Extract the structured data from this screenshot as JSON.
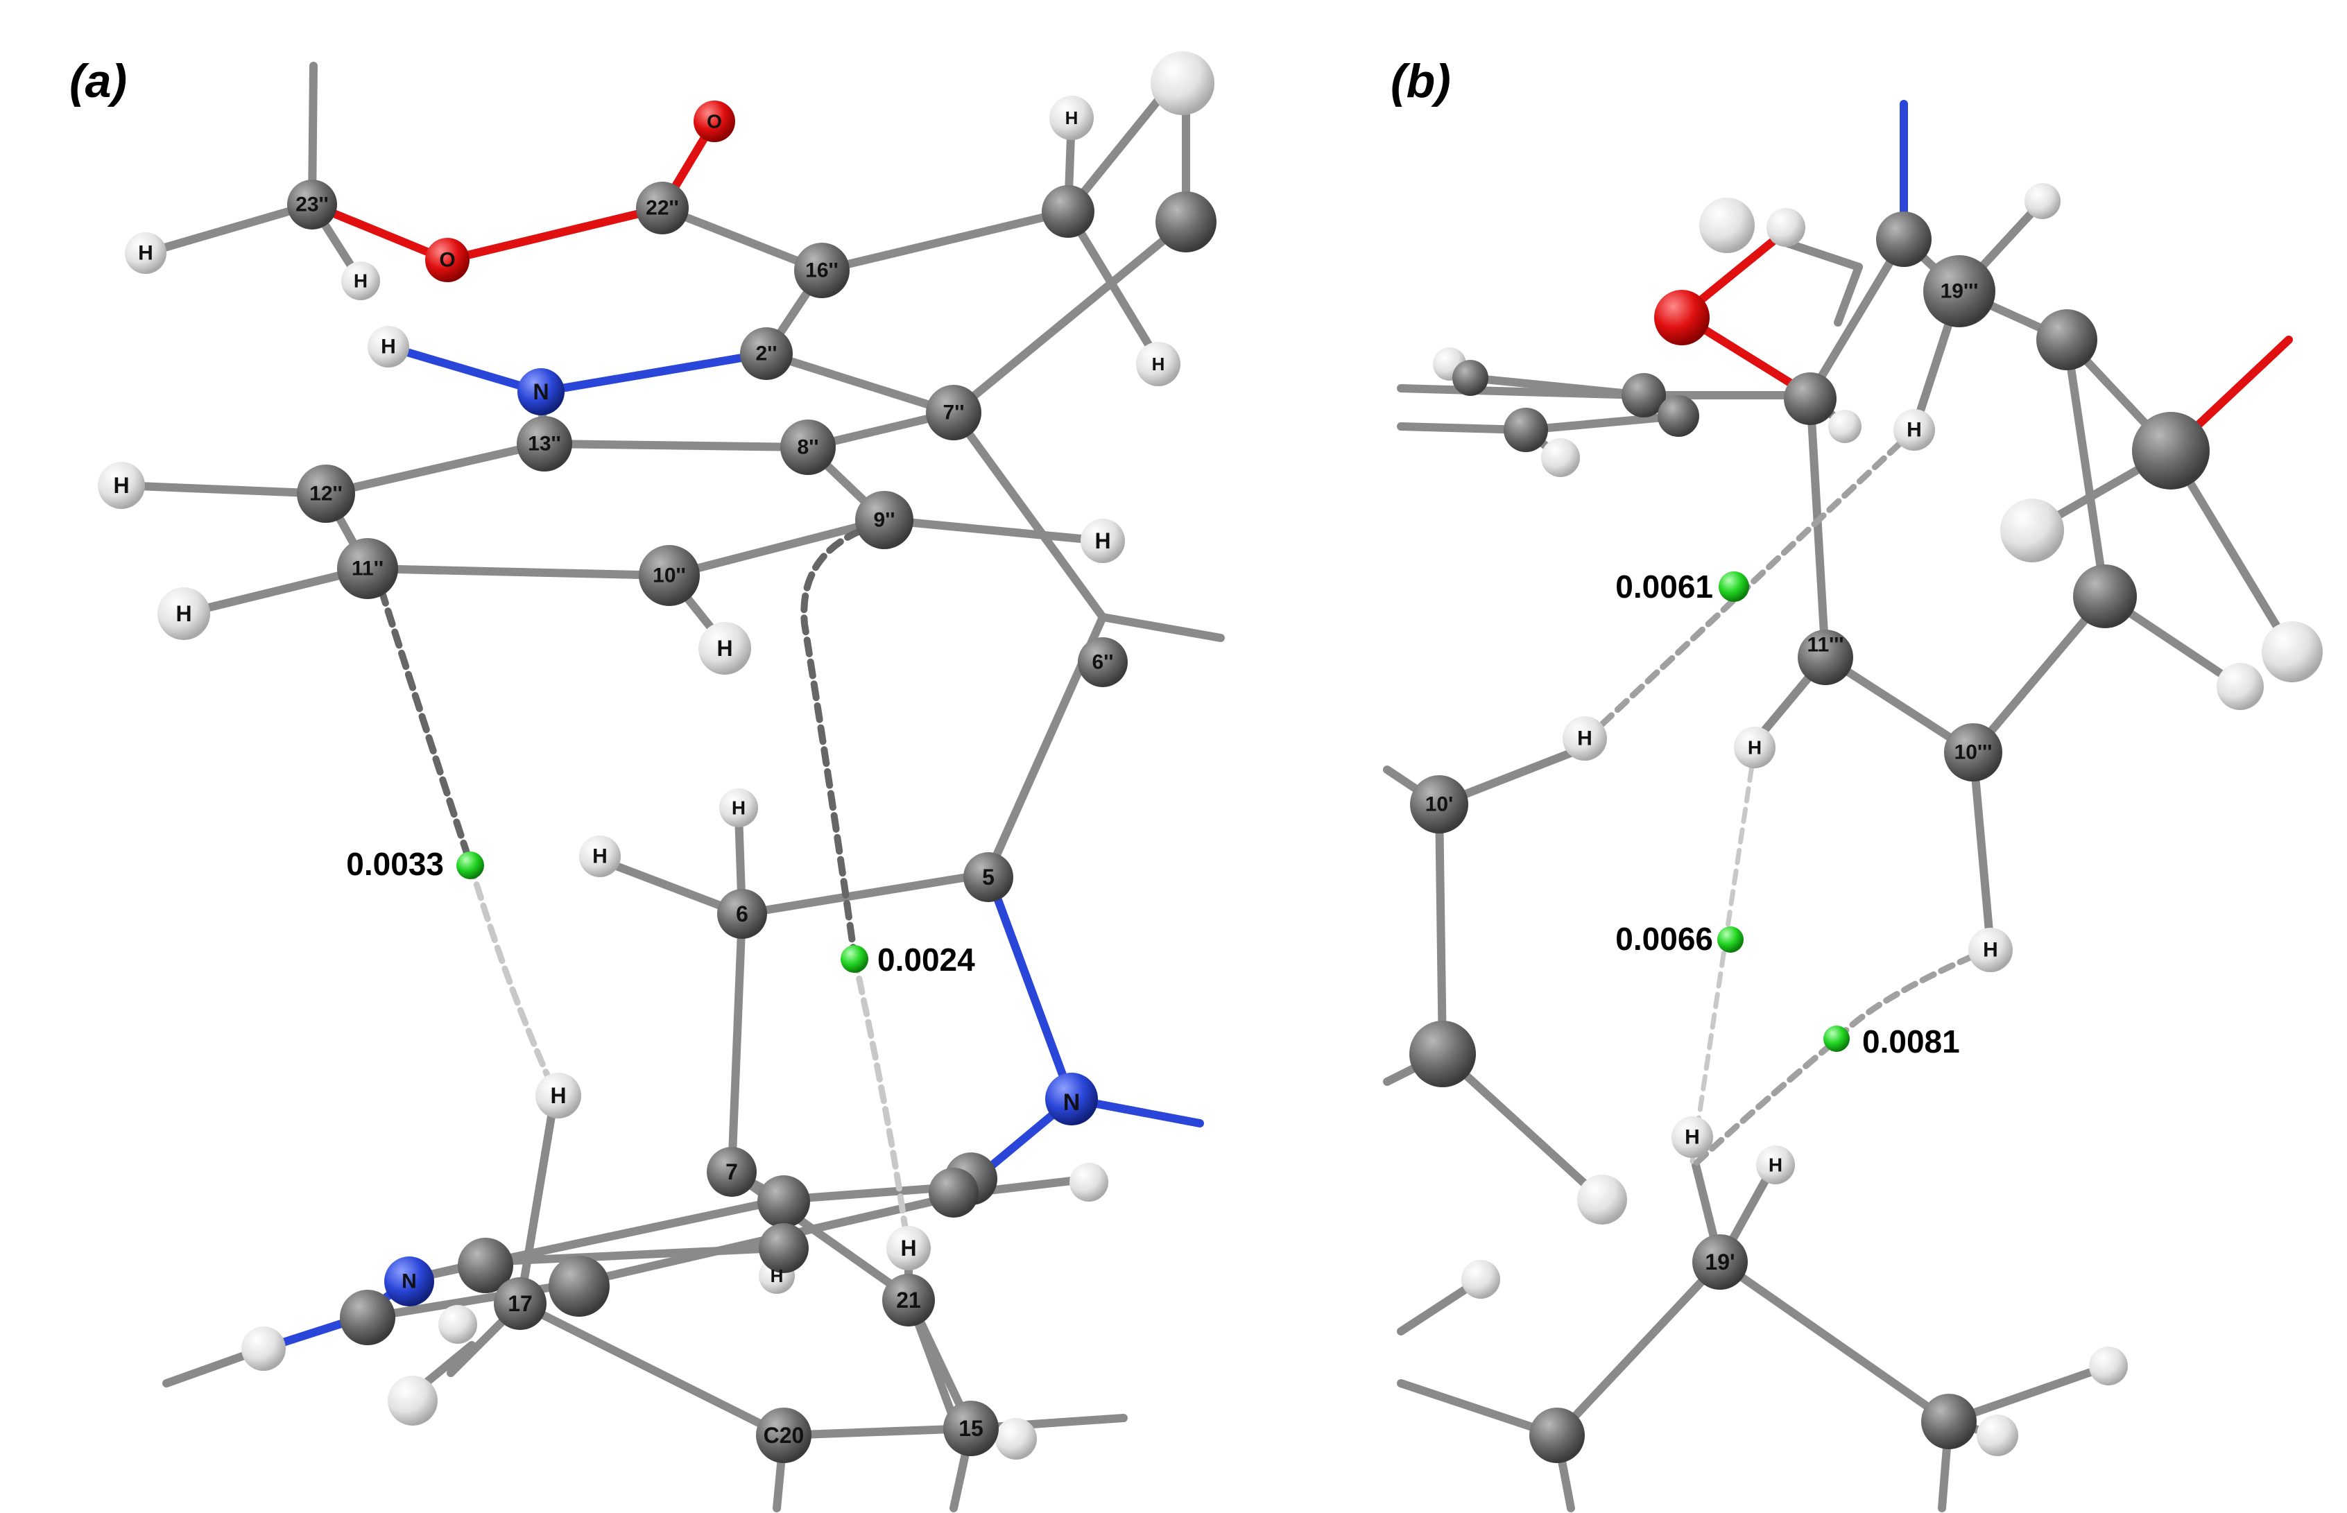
{
  "panels": [
    {
      "label": "(a)",
      "atoms": [
        "23''",
        "22''",
        "16''",
        "2''",
        "7''",
        "13''",
        "8''",
        "12''",
        "11''",
        "9''",
        "10''",
        "6''",
        "6",
        "5",
        "7",
        "17",
        "21",
        "C20",
        "15",
        "O",
        "O",
        "N",
        "N",
        "N",
        "H",
        "H",
        "H",
        "H",
        "H",
        "H",
        "H",
        "H",
        "H",
        "H",
        "H",
        "H",
        "H",
        "H"
      ],
      "critical_points": [
        "0.0033",
        "0.0024"
      ]
    },
    {
      "label": "(b)",
      "atoms": [
        "19'''",
        "11'''",
        "10'''",
        "10'",
        "19'",
        "H",
        "H",
        "H",
        "H",
        "H",
        "H"
      ],
      "critical_points": [
        "0.0061",
        "0.0066",
        "0.0081"
      ]
    }
  ],
  "colors": {
    "carbon": "#6e6e6e",
    "hydrogen": "#e8e8e8",
    "oxygen": "#e01010",
    "nitrogen": "#2a46d8",
    "bond_critical_point": "#22d422",
    "bond": "#8a8a8a"
  }
}
